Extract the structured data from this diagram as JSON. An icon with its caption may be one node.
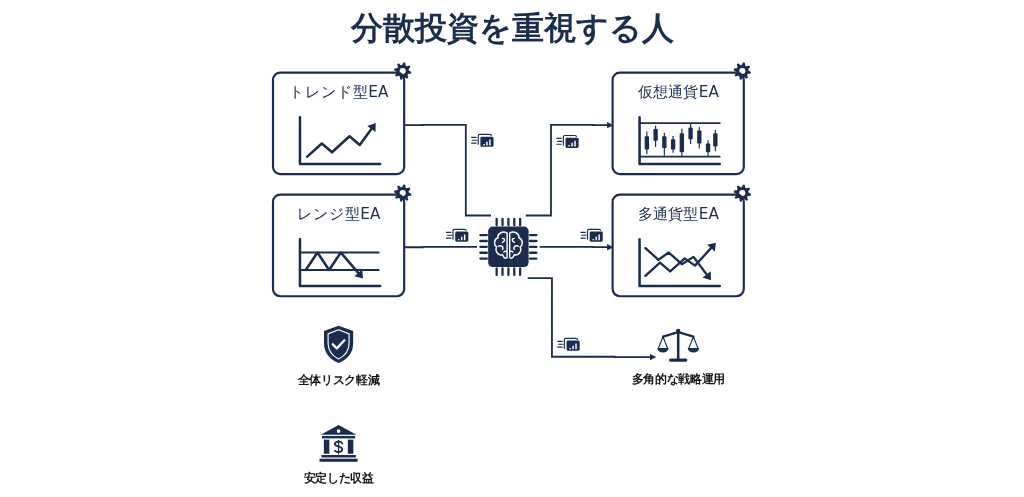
{
  "diagram": {
    "title": "分散投資を重視する人",
    "nodes": [
      {
        "text": [
          "トレンド型EA"
        ]
      },
      {
        "text": [
          "レンジ型EA"
        ]
      },
      {
        "text": [],
        "shape": "picture"
      },
      {
        "text": [
          "仮想通貨EA"
        ]
      },
      {
        "text": [
          "多通貨型EA"
        ]
      },
      {
        "text": [
          "全体リスク軽減"
        ]
      },
      {
        "text": [
          "多角的な戦略運用"
        ]
      },
      {
        "text": [
          "安定した収益"
        ]
      }
    ],
    "edges": [
      {
        "from": 0,
        "to": 2,
        "arrow": "none"
      },
      {
        "from": 1,
        "to": 2,
        "arrow": "none"
      },
      {
        "from": 2,
        "to": 3,
        "arrow": "to"
      },
      {
        "from": 2,
        "to": 4,
        "arrow": "to"
      },
      {
        "from": 2,
        "to": 6,
        "arrow": "to"
      }
    ]
  }
}
